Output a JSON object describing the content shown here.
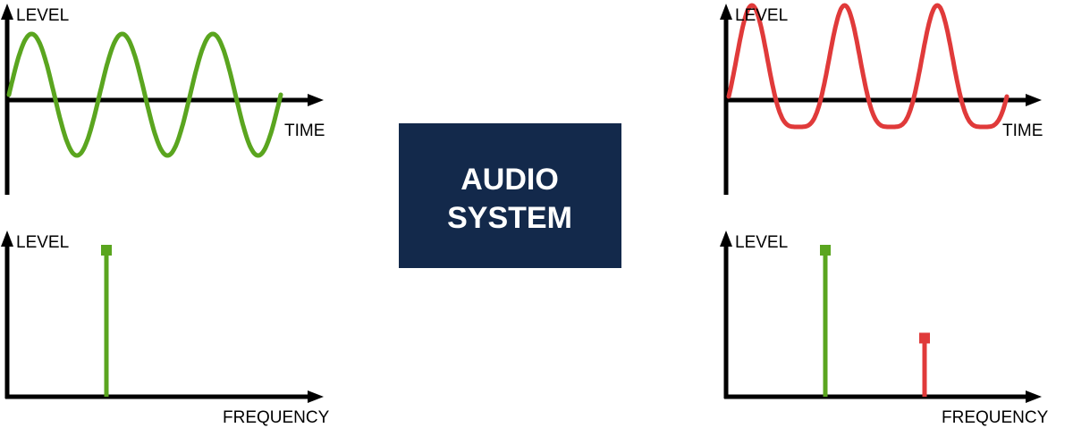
{
  "colors": {
    "input_signal": "#5aa51f",
    "harmonic": "#e03a3a",
    "box_fill": "#13294b",
    "box_text": "#ffffff",
    "axis": "#000000"
  },
  "input_time_plot": {
    "y_label": "LEVEL",
    "x_label": "TIME",
    "waveform": "sine",
    "cycles": 3
  },
  "input_spectrum_plot": {
    "y_label": "LEVEL",
    "x_label": "FREQUENCY",
    "components": [
      {
        "frequency_multiple": 1,
        "relative_level": 1.0
      }
    ]
  },
  "system_box": {
    "line1": "AUDIO",
    "line2": "SYSTEM"
  },
  "output_time_plot": {
    "y_label": "LEVEL",
    "x_label": "TIME",
    "waveform": "distorted sine",
    "cycles": 3
  },
  "output_spectrum_plot": {
    "y_label": "LEVEL",
    "x_label": "FREQUENCY",
    "components": [
      {
        "frequency_multiple": 1,
        "relative_level": 1.0
      },
      {
        "frequency_multiple": 2,
        "relative_level": 0.4
      }
    ]
  }
}
